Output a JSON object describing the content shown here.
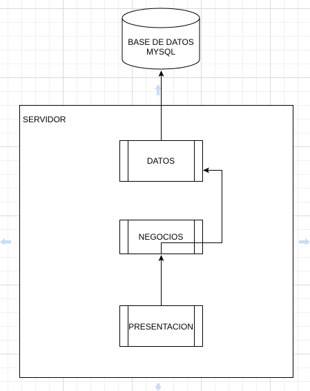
{
  "diagram": {
    "database": {
      "line1": "BASE DE DATOS",
      "line2": "MYSQL"
    },
    "server": {
      "label": "SERVIDOR"
    },
    "layers": {
      "datos": "DATOS",
      "negocios": "NEGOCIOS",
      "presentacion": "PRESENTACION"
    }
  }
}
